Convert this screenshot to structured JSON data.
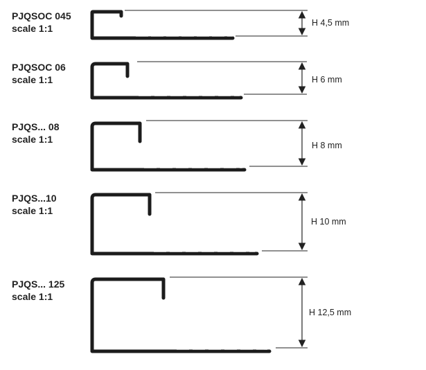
{
  "profiles": [
    {
      "name": "PJQSOC 045",
      "scale": "scale 1:1",
      "height_label": "H 4,5 mm"
    },
    {
      "name": "PJQSOC 06",
      "scale": "scale 1:1",
      "height_label": "H 6 mm"
    },
    {
      "name": "PJQS... 08",
      "scale": "scale 1:1",
      "height_label": "H 8 mm"
    },
    {
      "name": "PJQS...10",
      "scale": "scale 1:1",
      "height_label": "H 10 mm"
    },
    {
      "name": "PJQS... 125",
      "scale": "scale 1:1",
      "height_label": "H 12,5 mm"
    }
  ],
  "colors": {
    "profile": "#1c1c1c",
    "line": "#222222"
  }
}
